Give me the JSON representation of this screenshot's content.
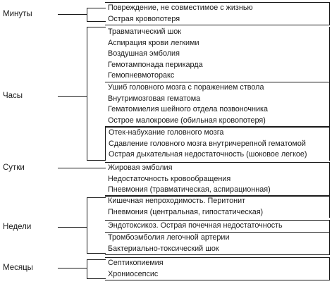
{
  "periods": [
    {
      "label": "Минуты",
      "groups": [
        [
          "Повреждение, не совместимое с жизнью",
          "Острая кровопотеря"
        ]
      ]
    },
    {
      "label": "Часы",
      "groups": [
        [
          "Травматический шок",
          "Аспирация крови легкими",
          "Воздушная эмболия",
          "Гемотампонада перикарда",
          "Гемопневмоторакс"
        ],
        [
          "Ушиб головного мозга с поражением ствола",
          "Внутримозговая гематома",
          "Гематомиелия шейного отдела позвоночника",
          "Острое малокровие (обильная кровопотеря)"
        ],
        [
          "Отек-набухание головного мозга",
          "Сдавление головного мозга внутричерепной гематомой",
          "Острая дыхательная недостаточность (шоковое легкое)"
        ]
      ]
    },
    {
      "label": "Сутки",
      "groups": [
        [
          "Жировая эмболия",
          "Недостаточность кровообращения",
          "Пневмония (травматическая, аспирационная)"
        ]
      ]
    },
    {
      "label": "Недели",
      "groups": [
        [
          "Кишечная непроходимость. Перитонит",
          "Пневмония (центральная, гипостатическая)"
        ],
        [
          "Эндотоксикоз. Острая почечная недостаточность"
        ],
        [
          "Тромбоэмболия легочной артерии",
          "Бактериально-токсический шок"
        ]
      ]
    },
    {
      "label": "Месяцы",
      "groups": [
        [
          "Септикопиемия",
          "Хрониосепсис"
        ]
      ]
    }
  ]
}
